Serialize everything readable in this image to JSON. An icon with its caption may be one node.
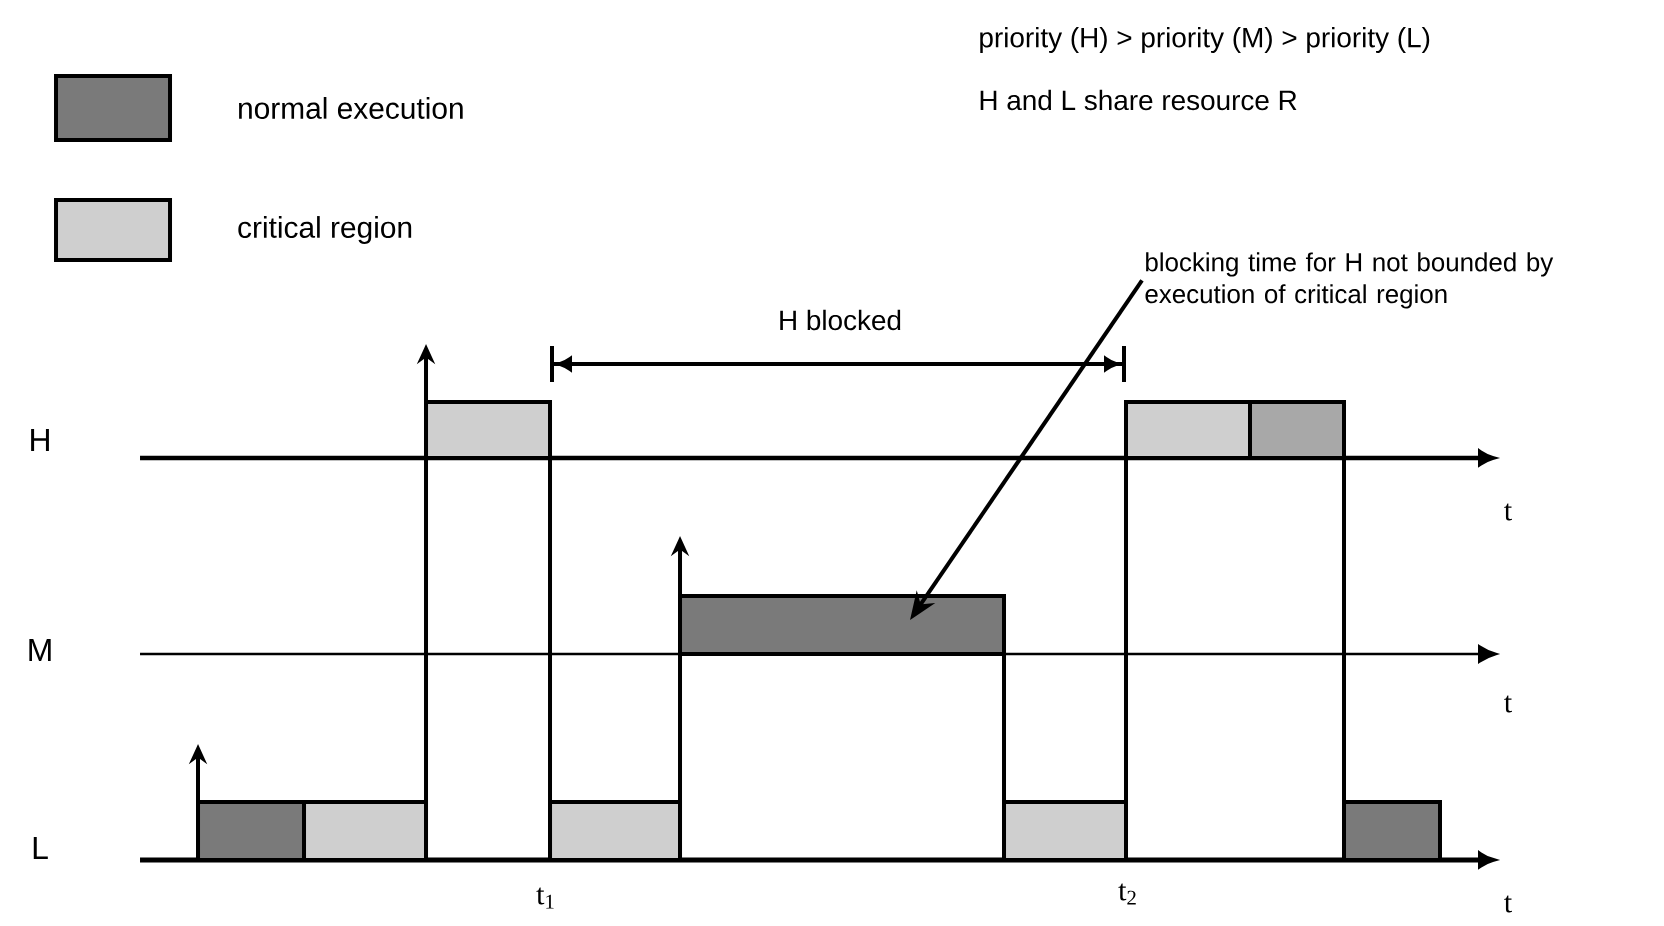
{
  "diagram": {
    "nodes": [
      {
        "text": [
          "blocking time for H not bounded by execution of critical region"
        ]
      },
      {
        "text": [],
        "shape": "bar"
      }
    ],
    "edges": [
      {
        "from": 0,
        "to": 1,
        "arrow": "to"
      }
    ],
    "labels": [
      "priority (H) > priority (M) > priority (L)",
      "H and L share resource R",
      "H blocked",
      "H",
      "M",
      "L",
      "t",
      "t",
      "t$_{1}$",
      "t$_{2}$",
      "t"
    ],
    "legend": [
      {
        "text": "normal execution",
        "color": "#7a7a7a"
      },
      {
        "text": "critical region",
        "color": "#cfcfcf"
      }
    ]
  }
}
